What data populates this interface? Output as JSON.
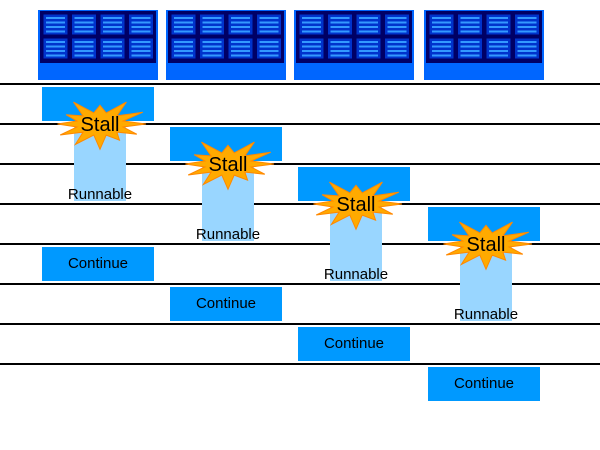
{
  "labels": {
    "stall": "Stall",
    "runnable": "Runnable",
    "continue": "Continue"
  },
  "colors": {
    "background": "#ffffff",
    "line": "#000000",
    "block": "#0099ff",
    "runnable": "#99d6ff",
    "chip_frame": "#0066ff",
    "chip_cell": "#0033cc",
    "chip_cell_border": "#000066",
    "chip_cell_stripe": "#3399ff",
    "burst": "#ffaa00",
    "burst_edge": "#ff8800",
    "text": "#000000"
  },
  "processors": [
    {
      "name": "processor-1"
    },
    {
      "name": "processor-2"
    },
    {
      "name": "processor-3"
    },
    {
      "name": "processor-4"
    }
  ]
}
